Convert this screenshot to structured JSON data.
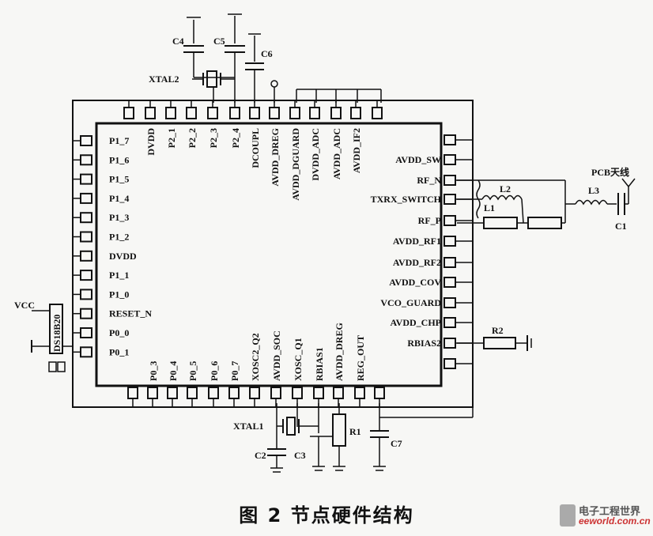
{
  "chip": {
    "top_pins": [
      "",
      "DVDD",
      "P2_1",
      "P2_2",
      "P2_3",
      "P2_4",
      "DCOUPL",
      "AVDD_DREG",
      "AVDD_DGUARD",
      "DVDD_ADC",
      "AVDD_ADC",
      "AVDD_IF2",
      ""
    ],
    "left_pins": [
      "P1_7",
      "P1_6",
      "P1_5",
      "P1_4",
      "P1_3",
      "P1_2",
      "DVDD",
      "P1_1",
      "P1_0",
      "RESET_N",
      "P0_0",
      "P0_1"
    ],
    "right_pins": [
      "",
      "AVDD_SW",
      "RF_N",
      "TXRX_SWITCH",
      "RF_P",
      "AVDD_RF1",
      "AVDD_RF2",
      "AVDD_COV",
      "VCO_GUARD",
      "AVDD_CHP",
      "RBIAS2",
      ""
    ],
    "bottom_pins": [
      "",
      "P0_3",
      "P0_4",
      "P0_5",
      "P0_6",
      "P0_7",
      "XOSC2_Q2",
      "AVDD_SOC",
      "XOSC_Q1",
      "RBIAS1",
      "AVDD_DREG",
      "REG_OUT",
      ""
    ]
  },
  "components": {
    "c4": "C4",
    "c5": "C5",
    "c6": "C6",
    "xtal2": "XTAL2",
    "xtal1": "XTAL1",
    "c2": "C2",
    "c3": "C3",
    "r1": "R1",
    "c7": "C7",
    "r2": "R2",
    "l1": "L1",
    "l2": "L2",
    "l3": "L3",
    "c1": "C1",
    "antenna": "PCB天线",
    "sensor": "DS18B20",
    "vcc": "VCC"
  },
  "caption": "图 2   节点硬件结构",
  "watermark": {
    "name": "电子工程世界",
    "url": "eeworld.com.cn"
  }
}
